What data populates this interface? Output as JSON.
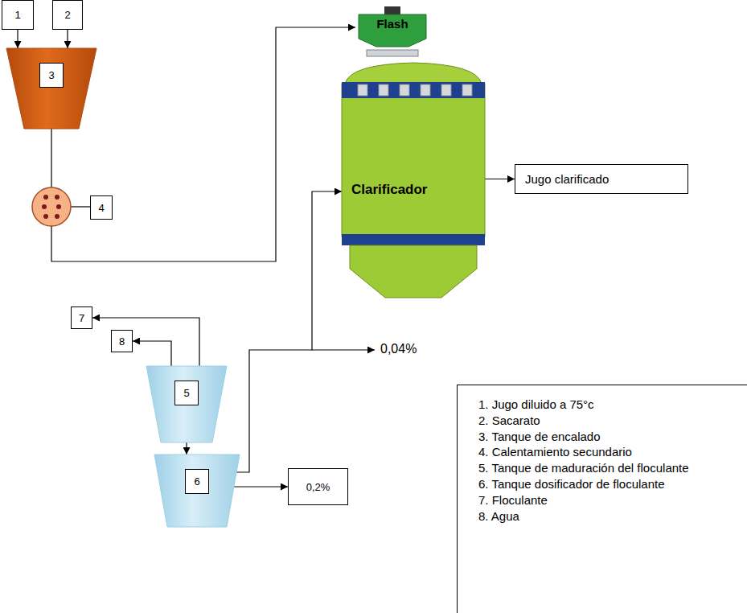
{
  "diagram": {
    "nodes": [
      {
        "text": [
          "1"
        ]
      },
      {
        "text": [
          "2"
        ]
      },
      {
        "text": [
          "Flash"
        ]
      },
      {
        "text": [
          "3"
        ]
      },
      {
        "text": [
          "4"
        ]
      },
      {
        "text": [
          "Clarificador"
        ]
      },
      {
        "text": [
          "Jugo clarificado"
        ]
      },
      {
        "text": [
          "7"
        ]
      },
      {
        "text": [
          "8"
        ]
      },
      {
        "text": [
          "5"
        ]
      },
      {
        "text": [
          "6"
        ]
      },
      {
        "text": [
          "0,2%"
        ]
      },
      {
        "text": [
          "1. Jugo diluido a 75°c",
          "2. Sacarato",
          "3. Tanque de encalado",
          "4. Calentamiento secundario",
          "5. Tanque de maduración del floculante",
          "6. Tanque dosificador de floculante",
          "7. Floculante",
          "8. Agua"
        ]
      }
    ],
    "edges": [
      {
        "from": 0,
        "to": 3,
        "arrow": "to"
      },
      {
        "from": 1,
        "to": 3,
        "arrow": "to"
      },
      {
        "from": 3,
        "to": 2,
        "arrow": "to"
      },
      {
        "from": 5,
        "to": 6,
        "arrow": "to"
      },
      {
        "from": 9,
        "to": 7,
        "arrow": "to"
      },
      {
        "from": 9,
        "to": 8,
        "arrow": "to"
      },
      {
        "from": 9,
        "to": 10,
        "arrow": "to"
      },
      {
        "from": 10,
        "to": 5,
        "arrow": "to"
      },
      {
        "from": 10,
        "to": 11,
        "arrow": "to"
      }
    ],
    "labels": [
      "0,04%"
    ]
  }
}
